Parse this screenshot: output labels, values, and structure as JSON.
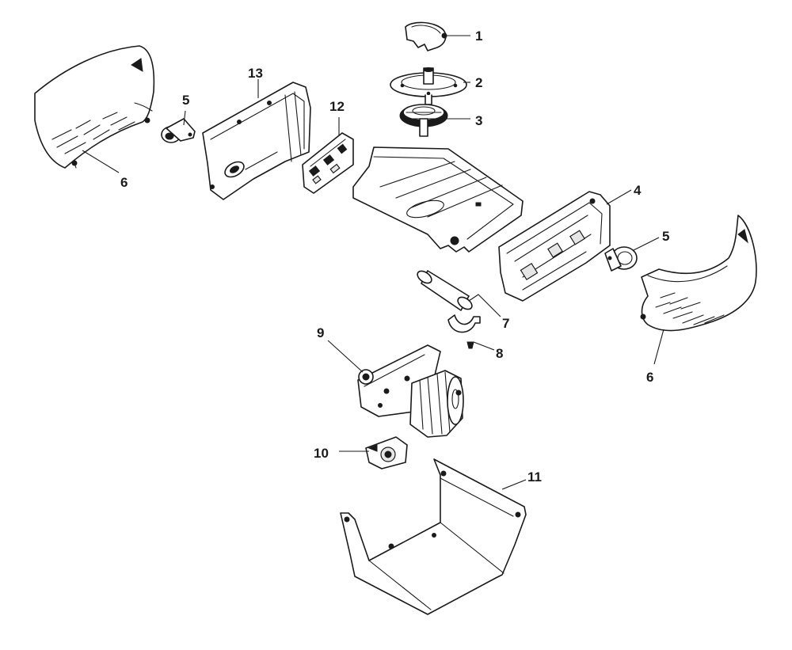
{
  "callouts": {
    "c1": "1",
    "c2": "2",
    "c3": "3",
    "c4": "4",
    "c5_left": "5",
    "c5_right": "5",
    "c6_left": "6",
    "c6_right": "6",
    "c7": "7",
    "c8": "8",
    "c9": "9",
    "c10": "10",
    "c11": "11",
    "c12": "12",
    "c13": "13"
  }
}
